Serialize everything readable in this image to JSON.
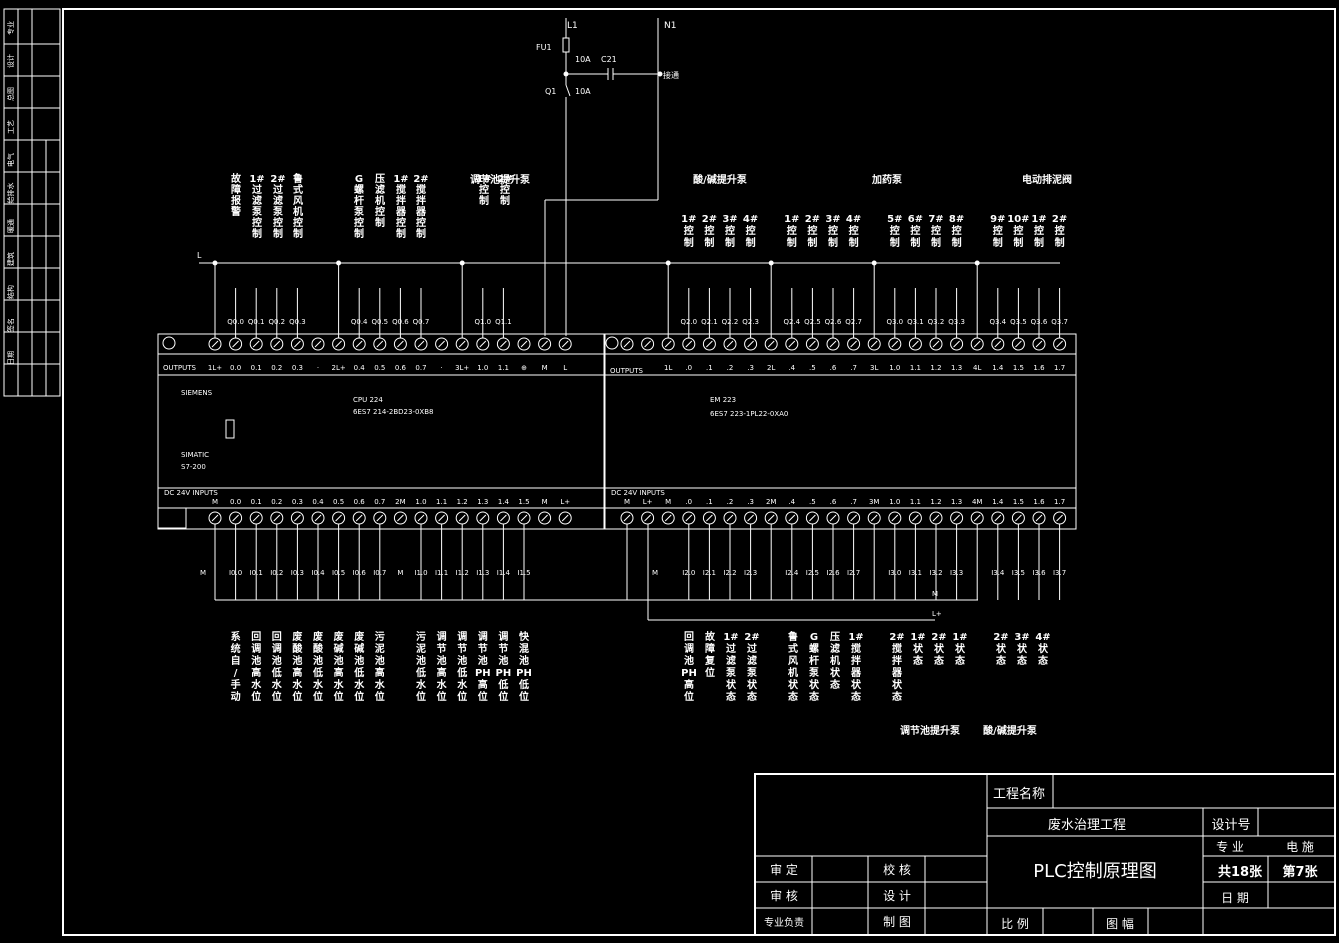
{
  "power": {
    "l1": "L1",
    "n1": "N1",
    "fu": "FU1",
    "fu_rating": "10A",
    "contact": "C21",
    "qf": "Q1",
    "qf_rating": "10A",
    "connect": "接通"
  },
  "plc": {
    "cpu_brand": "SIEMENS",
    "cpu_model": "CPU 224",
    "cpu_part": "6ES7 214-2BD23-0XB8",
    "cpu_family_1": "SIMATIC",
    "cpu_family_2": "S7-200",
    "em_model": "EM 223",
    "em_part": "6ES7 223-1PL22-0XA0",
    "outputs_label": "OUTPUTS",
    "inputs_label": "DC 24V INPUTS",
    "cpu_top_terms": [
      "1L+",
      "0.0",
      "0.1",
      "0.2",
      "0.3",
      "·",
      "2L+",
      "0.4",
      "0.5",
      "0.6",
      "0.7",
      "·",
      "3L+",
      "1.0",
      "1.1",
      "⊕",
      "M",
      "L"
    ],
    "em_top_terms": [
      "1L",
      ".0",
      ".1",
      ".2",
      ".3",
      "2L",
      ".4",
      ".5",
      ".6",
      ".7",
      "3L",
      "1.0",
      "1.1",
      "1.2",
      "1.3",
      "4L",
      "1.4",
      "1.5",
      "1.6",
      "1.7"
    ],
    "cpu_bot_terms": [
      "M",
      "0.0",
      "0.1",
      "0.2",
      "0.3",
      "0.4",
      "0.5",
      "0.6",
      "0.7",
      "2M",
      "1.0",
      "1.1",
      "1.2",
      "1.3",
      "1.4",
      "1.5",
      "M",
      "L+"
    ],
    "em_bot_terms": [
      "M",
      "L+",
      "M",
      ".0",
      ".1",
      ".2",
      ".3",
      "2M",
      ".4",
      ".5",
      ".6",
      ".7",
      "3M",
      "1.0",
      "1.1",
      "1.2",
      "1.3",
      "4M",
      "1.4",
      "1.5",
      "1.6",
      "1.7"
    ]
  },
  "outputs": {
    "bus_label": "L",
    "cpu_addrs": [
      "Q0.0",
      "Q0.1",
      "Q0.2",
      "Q0.3",
      "Q0.4",
      "Q0.5",
      "Q0.6",
      "Q0.7",
      "Q1.0",
      "Q1.1"
    ],
    "em_addrs": [
      "Q2.0",
      "Q2.1",
      "Q2.2",
      "Q2.3",
      "Q2.4",
      "Q2.5",
      "Q2.6",
      "Q2.7",
      "Q3.0",
      "Q3.1",
      "Q3.2",
      "Q3.3",
      "Q3.4",
      "Q3.5",
      "Q3.6",
      "Q3.7"
    ],
    "cpu_descs": [
      "故障报警",
      "1#过滤泵控制",
      "2#过滤泵控制",
      "鲁式风机控制",
      "G螺杆泵控制",
      "压滤机控制",
      "1#搅拌器控制",
      "2#搅拌器控制",
      "1#控制",
      "2#控制"
    ],
    "em_descs": [
      "1#控制",
      "2#控制",
      "3#控制",
      "4#控制",
      "1#控制",
      "2#控制",
      "3#控制",
      "4#控制",
      "5#控制",
      "6#控制",
      "7#控制",
      "8#控制",
      "9#控制",
      "10#控制",
      "1#控制",
      "2#控制"
    ],
    "groups": [
      "调节池提升泵",
      "酸/碱提升泵",
      "加药泵",
      "电动排泥阀"
    ]
  },
  "inputs": {
    "m_label": "M",
    "m2_label": "M",
    "lplus_label": "L+",
    "cpu_addrs": [
      "I0.0",
      "I0.1",
      "I0.2",
      "I0.3",
      "I0.4",
      "I0.5",
      "I0.6",
      "I0.7",
      "I1.0",
      "I1.1",
      "I1.2",
      "I1.3",
      "I1.4",
      "I1.5"
    ],
    "cpu_m_label": "M",
    "em_addrs": [
      "I2.0",
      "I2.1",
      "I2.2",
      "I2.3",
      "I2.4",
      "I2.5",
      "I2.6",
      "I2.7",
      "I3.0",
      "I3.1",
      "I3.2",
      "I3.3",
      "I3.4",
      "I3.5",
      "I3.6",
      "I3.7"
    ],
    "cpu_descs": [
      "系统自/手动",
      "回调池高水位",
      "回调池低水位",
      "废酸池高水位",
      "废酸池低水位",
      "废碱池高水位",
      "废碱池低水位",
      "污泥池高水位",
      "污泥池低水位",
      "调节池高水位",
      "调节池低水位",
      "调节池PH高位",
      "调节池PH低位",
      "快混池PH低位"
    ],
    "em_descs": [
      "回调池PH高位",
      "故障复位",
      "1#过滤泵状态",
      "2#过滤泵状态",
      "鲁式风机状态",
      "G螺杆泵状态",
      "压滤机状态",
      "1#搅拌器状态",
      "2#搅拌器状态",
      "1#状态",
      "2#状态",
      "1#状态",
      "2#状态",
      "3#状态",
      "4#状态"
    ],
    "groups": [
      "调节池提升泵",
      "酸/碱提升泵"
    ]
  },
  "title_block": {
    "project_label": "工程名称",
    "project": "废水治理工程",
    "design_no_label": "设计号",
    "specialty_label": "专  业",
    "specialty": "电  施",
    "drawing_title": "PLC控制原理图",
    "total": "共18张",
    "sheet": "第7张",
    "date_label": "日  期",
    "scale_label": "比  例",
    "size_label": "图  幅",
    "approve": "审  定",
    "check": "校  核",
    "review": "审  核",
    "design": "设  计",
    "lead": "专业负责",
    "draw": "制  图"
  },
  "side_strip": [
    "专业",
    "设计",
    "总图",
    "工艺",
    "电气",
    "给排水",
    "暖通",
    "建筑",
    "结构",
    "签名",
    "日期"
  ]
}
